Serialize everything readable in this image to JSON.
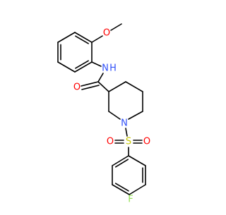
{
  "colors": {
    "bond": "#000000",
    "oxygen": "#ff0000",
    "nitrogen": "#3050f8",
    "sulfur": "#c6c600",
    "fluorine": "#90e050",
    "background": "#ffffff"
  },
  "atoms": {
    "o_methoxy": "O",
    "n_amide": "N",
    "h_amide": "H",
    "o_carbonyl": "O",
    "n_ring": "N",
    "s_sulfonyl": "S",
    "o_sulfonyl_left": "O",
    "o_sulfonyl_right": "O",
    "f_para": "F"
  }
}
